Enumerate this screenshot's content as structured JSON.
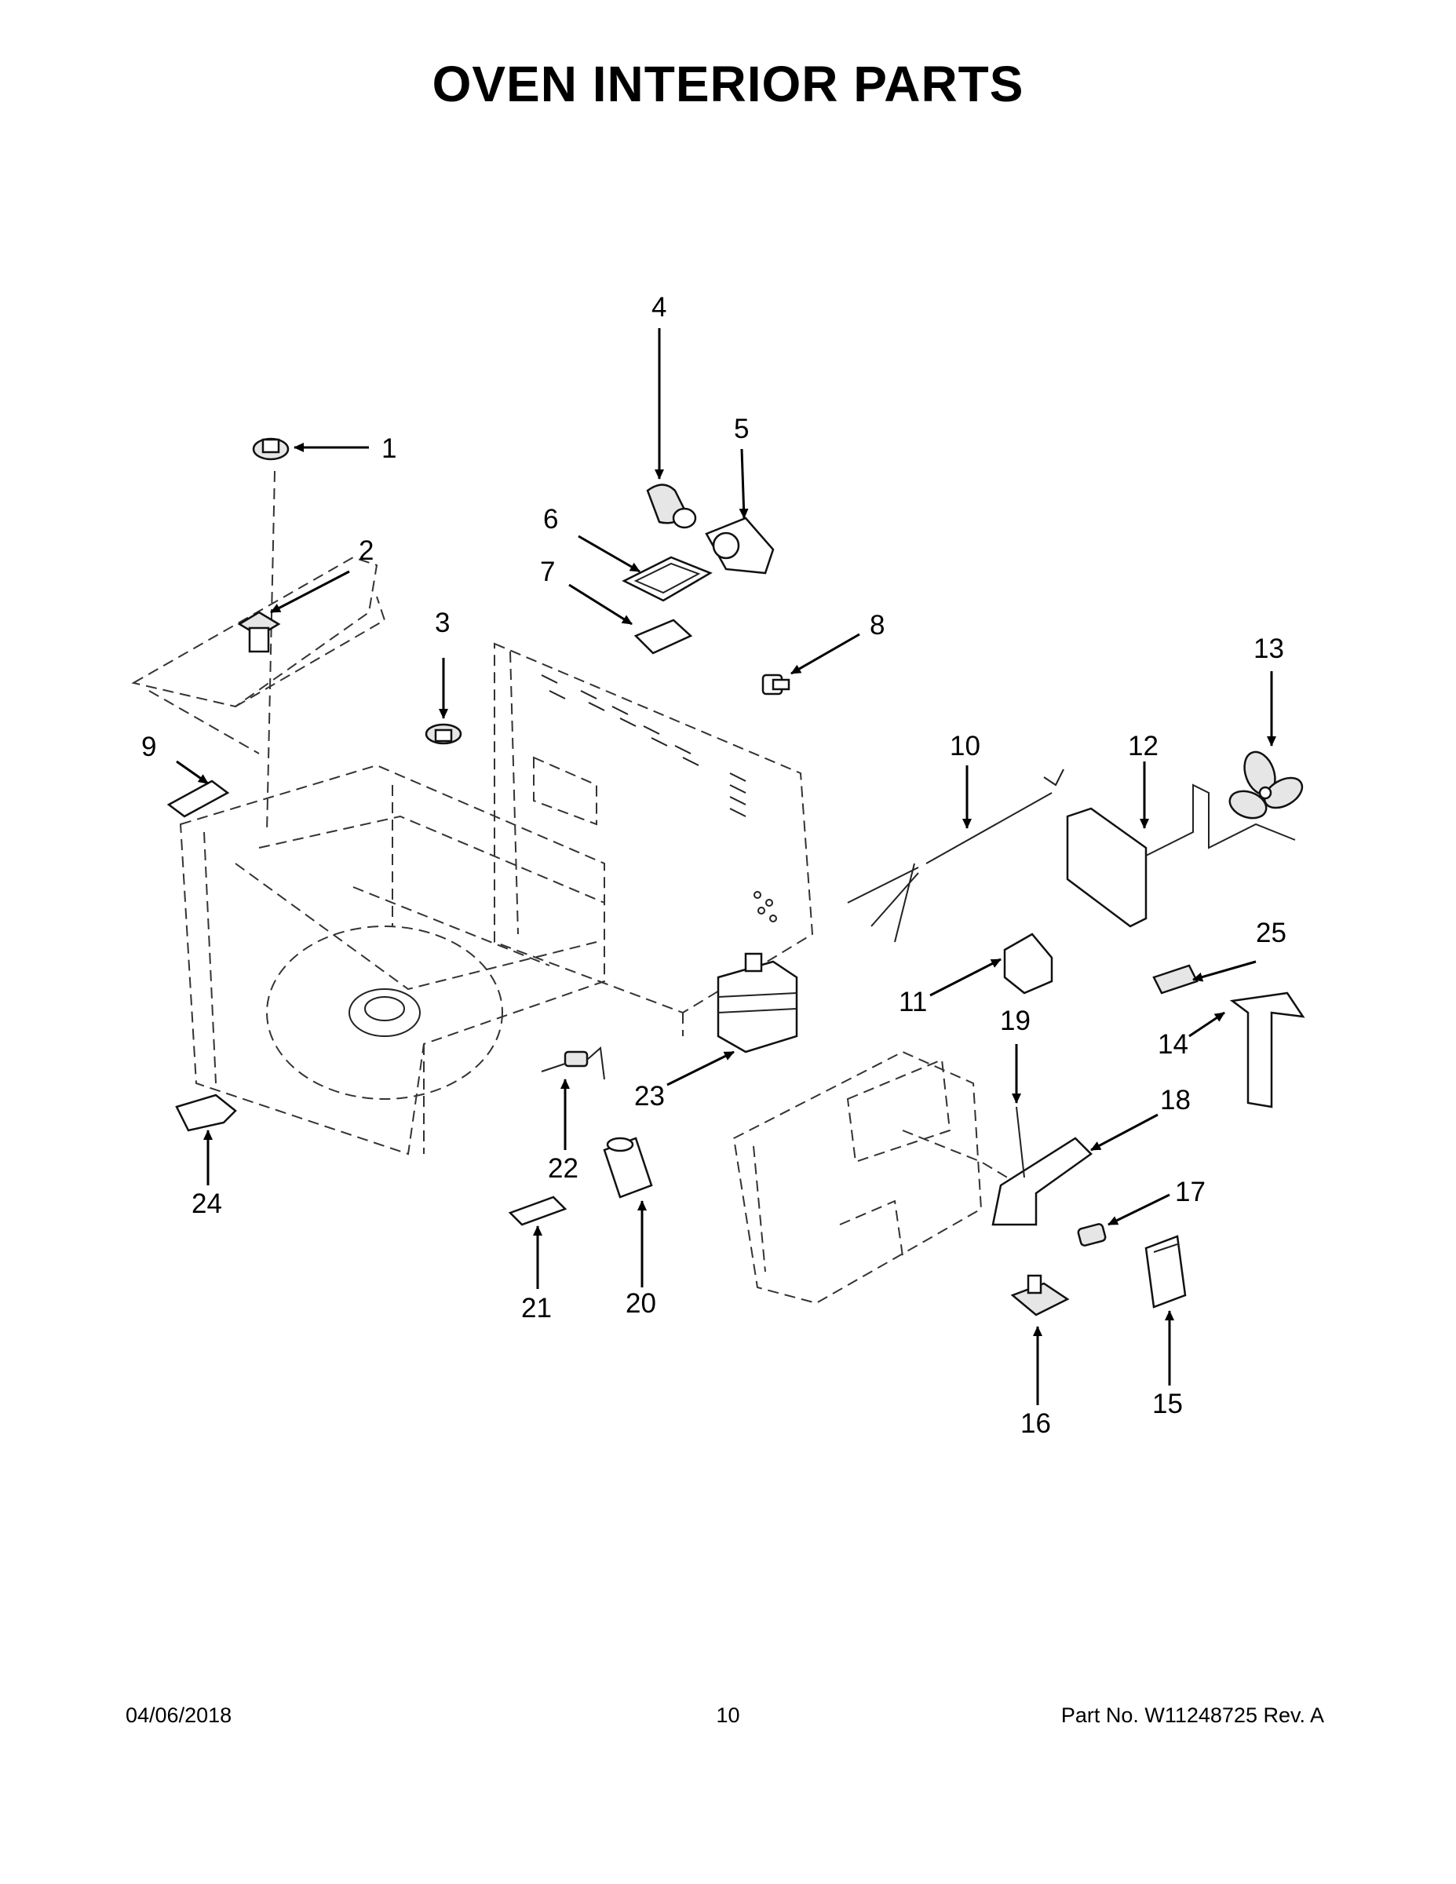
{
  "title": "OVEN INTERIOR PARTS",
  "callouts": [
    "1",
    "2",
    "3",
    "4",
    "5",
    "6",
    "7",
    "8",
    "9",
    "10",
    "11",
    "12",
    "13",
    "14",
    "15",
    "16",
    "17",
    "18",
    "19",
    "20",
    "21",
    "22",
    "23",
    "24",
    "25"
  ],
  "footer": {
    "date": "04/06/2018",
    "page": "10",
    "part_no": "Part No.  W11248725   Rev.  A"
  }
}
